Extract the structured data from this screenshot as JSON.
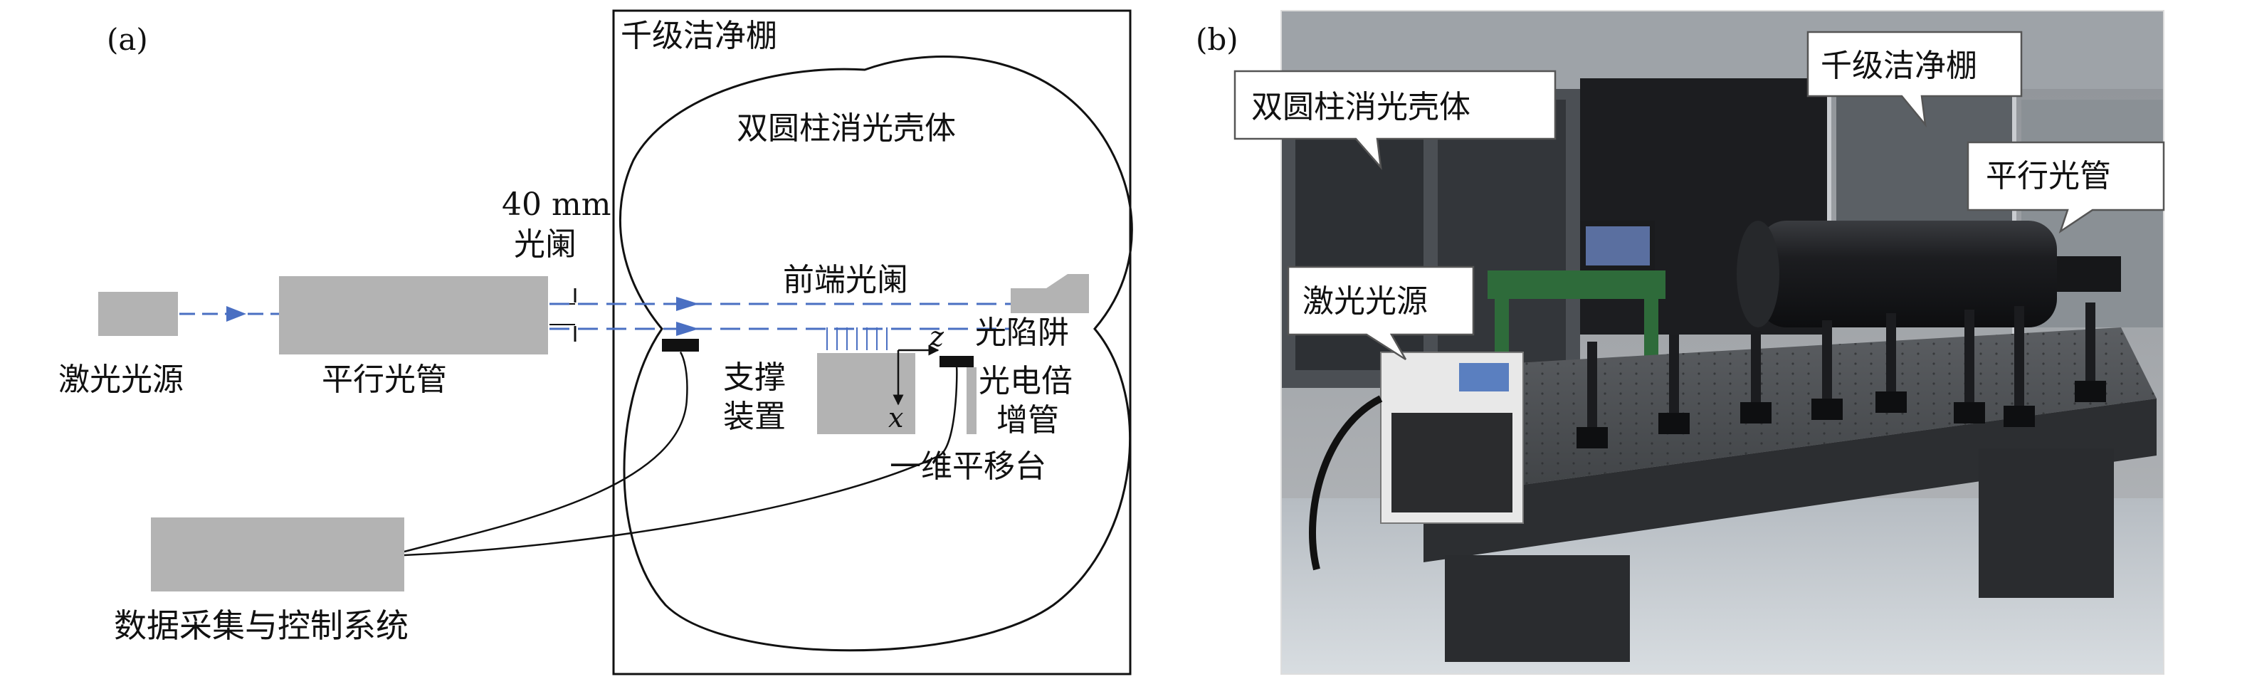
{
  "panel_a": {
    "panel_label": "(a)",
    "labels": {
      "clean_shed": "千级洁净棚",
      "shell": "双圆柱消光壳体",
      "aperture_size": "40 mm",
      "aperture": "光阑",
      "front_aperture": "前端光阑",
      "light_trap": "光陷阱",
      "laser_source": "激光光源",
      "collimator": "平行光管",
      "support_line1": "支撑",
      "support_line2": "装置",
      "pmt_line1": "光电倍",
      "pmt_line2": "增管",
      "stage": "一维平移台",
      "daq": "数据采集与控制系统",
      "axis_z": "z",
      "axis_x": "x"
    }
  },
  "panel_b": {
    "panel_label": "(b)",
    "callouts": {
      "shell": "双圆柱消光壳体",
      "clean_shed": "千级洁净棚",
      "collimator": "平行光管",
      "laser_source": "激光光源"
    }
  },
  "colors": {
    "beam": "#4a6fc2",
    "block": "#b3b3b3",
    "line": "#111111",
    "photo_bg": "#6e7174",
    "table": "#3a3c3f"
  }
}
